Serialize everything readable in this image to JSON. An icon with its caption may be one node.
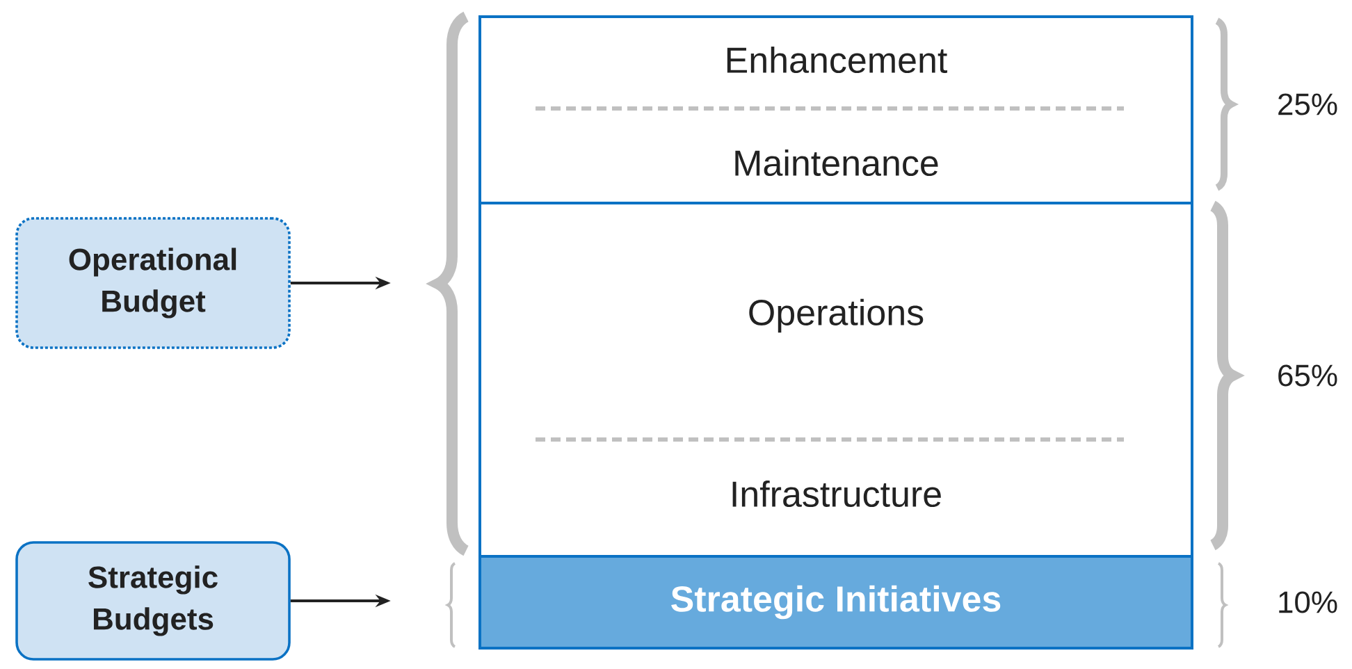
{
  "diagram": {
    "nodes": [
      {
        "text": [
          "Operational Budget"
        ]
      },
      {
        "text": [
          "Strategic Budgets"
        ]
      },
      {
        "text": [
          "Enhancement",
          "Maintenance"
        ]
      },
      {
        "text": [
          "Operations",
          "Infrastructure"
        ]
      },
      {
        "text": [
          "Strategic Initiatives"
        ]
      }
    ],
    "edges": [
      {
        "from": 0,
        "to": null,
        "arrow": "to"
      },
      {
        "from": 1,
        "to": null,
        "arrow": "to"
      }
    ],
    "labels": [
      "25%",
      "65%",
      "10%"
    ]
  }
}
